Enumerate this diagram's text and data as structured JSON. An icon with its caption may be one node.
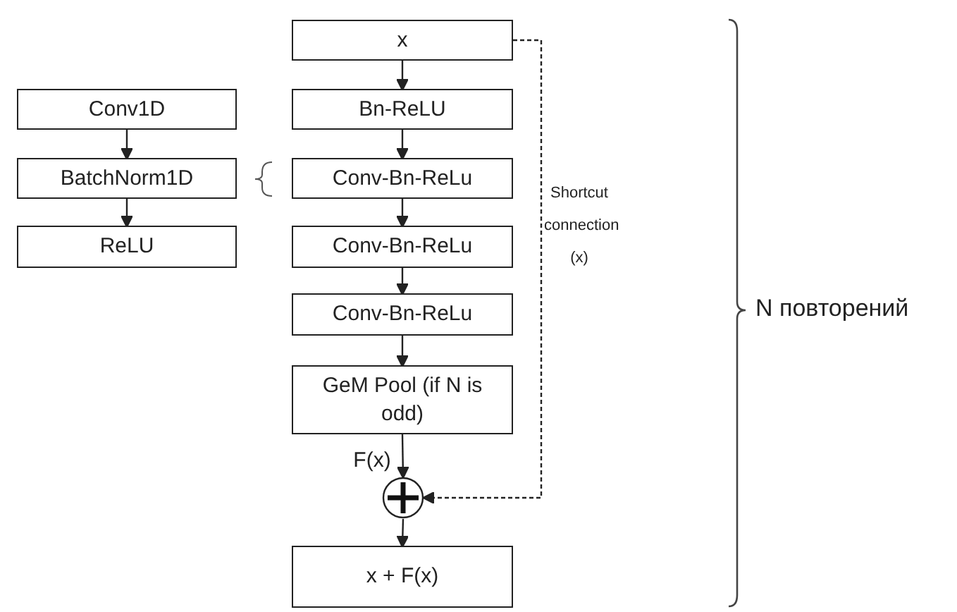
{
  "diagram": {
    "nodes": [
      {
        "text": [
          "x"
        ]
      },
      {
        "text": [
          "Bn-ReLU"
        ]
      },
      {
        "text": [
          "Conv-Bn-ReLu"
        ]
      },
      {
        "text": [
          "Conv-Bn-ReLu"
        ]
      },
      {
        "text": [
          "Conv-Bn-ReLu"
        ]
      },
      {
        "text": [
          "GeM Pool (if N is odd)"
        ]
      },
      {
        "text": [],
        "shape": "circle"
      },
      {
        "text": [
          "x + F(x)"
        ]
      },
      {
        "text": [
          "Conv1D"
        ]
      },
      {
        "text": [
          "BatchNorm1D"
        ]
      },
      {
        "text": [
          "ReLU"
        ]
      }
    ],
    "edges": [
      {
        "from": 0,
        "to": 1,
        "arrow": "to"
      },
      {
        "from": 1,
        "to": 2,
        "arrow": "to"
      },
      {
        "from": 2,
        "to": 3,
        "arrow": "to"
      },
      {
        "from": 3,
        "to": 4,
        "arrow": "to"
      },
      {
        "from": 4,
        "to": 5,
        "arrow": "to"
      },
      {
        "from": 5,
        "to": 6,
        "arrow": "to",
        "label": "F(x)"
      },
      {
        "from": 6,
        "to": 7,
        "arrow": "to"
      },
      {
        "from": 0,
        "to": 6,
        "arrow": "to",
        "style": "dashed",
        "label": "Shortcut connection (x)"
      },
      {
        "from": 8,
        "to": 9,
        "arrow": "to"
      },
      {
        "from": 9,
        "to": 10,
        "arrow": "to"
      }
    ],
    "labels": [
      "N повторений"
    ]
  }
}
